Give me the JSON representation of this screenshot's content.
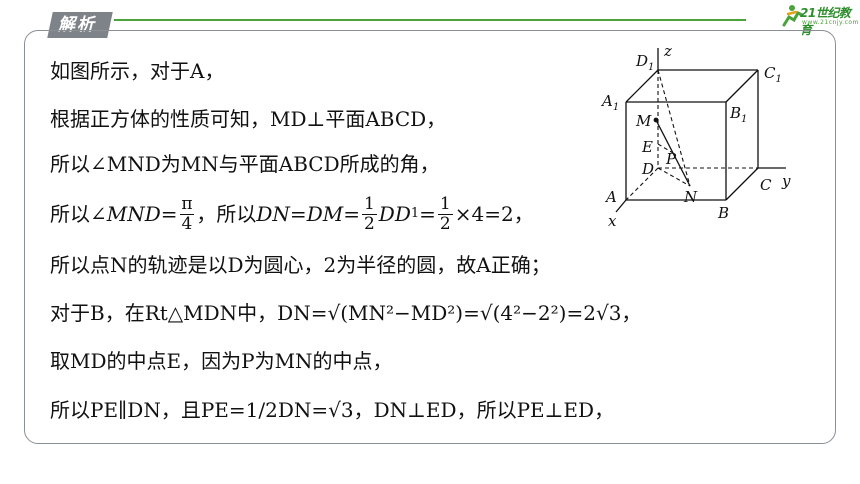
{
  "header": {
    "tag_label": "解析",
    "logo_text": "21世纪教育",
    "logo_sub": "www.21cnjy.com",
    "accent_color": "#4aa23a"
  },
  "lines": [
    {
      "text": "如图所示，对于A，"
    },
    {
      "text": "根据正方体的性质可知，MD⊥平面ABCD，"
    },
    {
      "text": "所以∠MND为MN与平面ABCD所成的角，"
    },
    {
      "text": "所以∠MND=π/4，所以DN=DM=1/2DD₁=1/2×4=2，",
      "parts": {
        "a": "所以∠",
        "a_it": "MND",
        "b": "=",
        "pi": "π",
        "four": "4",
        "c": "，所以",
        "dn": "DN",
        "eq1": "=",
        "dm": "DM",
        "eq2": "=",
        "one": "1",
        "two": "2",
        "dd": "DD",
        "sub1": "1",
        "eq3": "=",
        "one2": "1",
        "two2": "2",
        "d": "×4=2，"
      }
    },
    {
      "text": "所以点N的轨迹是以D为圆心，2为半径的圆，故A正确；"
    },
    {
      "text": "对于B，在Rt△MDN中，DN=√(MN²−MD²)=√(4²−2²)=2√3，"
    },
    {
      "text": "取MD的中点E，因为P为MN的中点，"
    },
    {
      "text": "所以PE∥DN，且PE=1/2DN=√3，DN⊥ED，所以PE⊥ED，"
    }
  ],
  "figure": {
    "labels": {
      "D1": "D",
      "D1_sub": "1",
      "z": "z",
      "C1": "C",
      "C1_sub": "1",
      "A1": "A",
      "A1_sub": "1",
      "M": "M",
      "B1": "B",
      "B1_sub": "1",
      "E": "E",
      "P": "P",
      "D": "D",
      "C": "C",
      "y": "y",
      "A": "A",
      "N": "N",
      "B": "B",
      "x": "x"
    }
  }
}
